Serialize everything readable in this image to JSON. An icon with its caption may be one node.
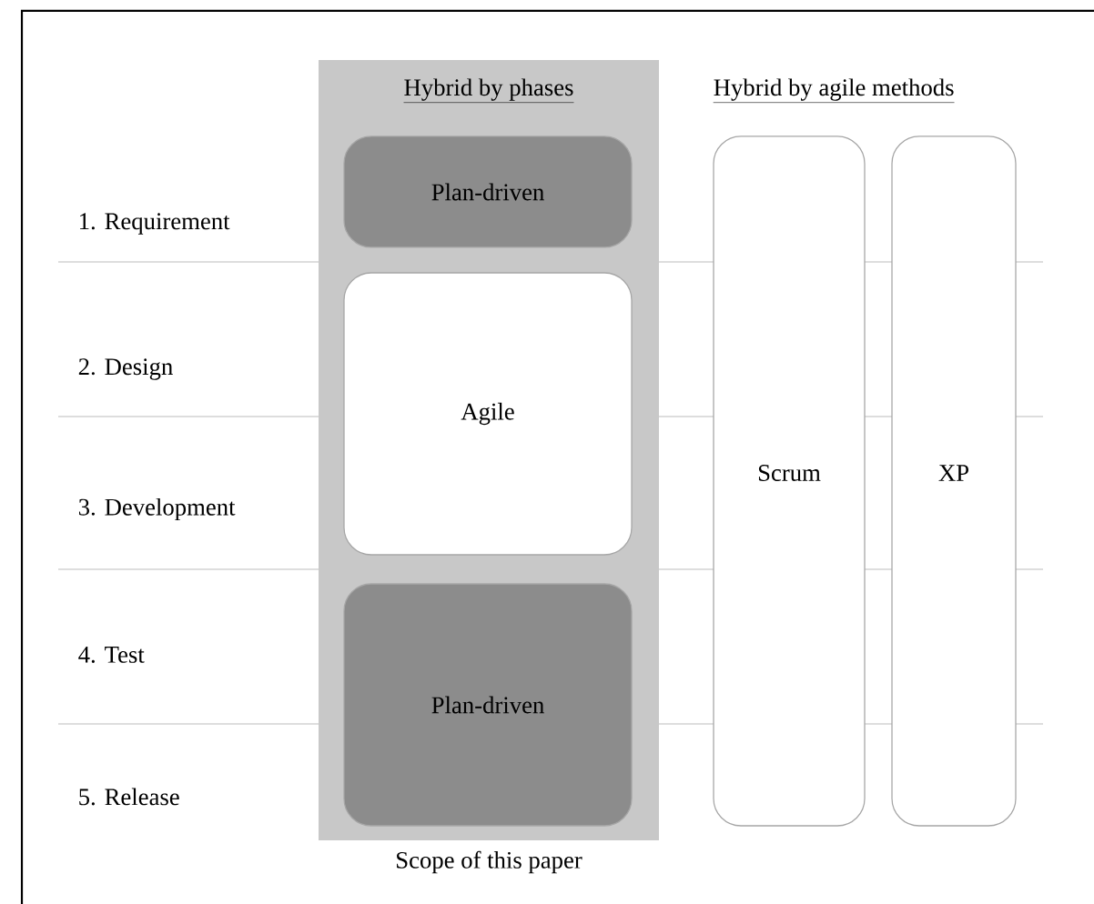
{
  "diagram": {
    "nodes": [
      {
        "text": [
          "Hybrid by phases"
        ],
        "beside": [
          "Scope of this paper"
        ]
      },
      {
        "text": [
          "Plan-driven"
        ],
        "in": 0
      },
      {
        "text": [
          "Agile"
        ],
        "in": 0
      },
      {
        "text": [
          "Plan-driven"
        ],
        "in": 0
      },
      {
        "text": [
          "Scrum"
        ]
      },
      {
        "text": [
          "XP"
        ]
      }
    ],
    "edges": [],
    "labels": [
      "Hybrid by agile methods",
      "1. Requirement",
      "2. Design",
      "3. Development",
      "4. Test",
      "5. Release"
    ]
  }
}
